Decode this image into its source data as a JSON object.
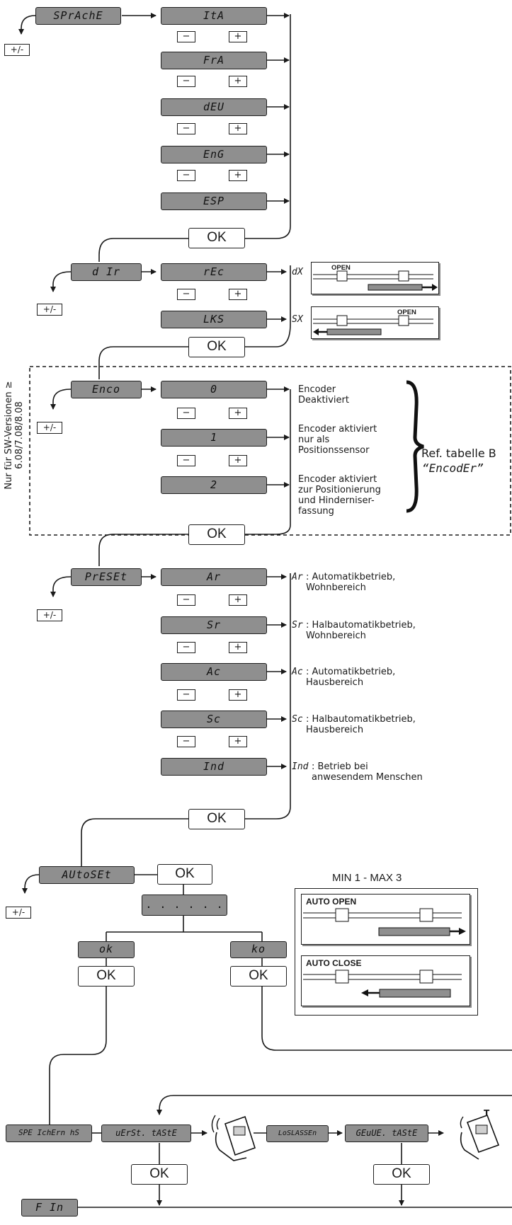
{
  "side_note": "Nur für SW-Versionen ≥ 6.08/7.08/8.08",
  "plus_minus": "+/-",
  "ok": "OK",
  "minus": "−",
  "plus": "+",
  "sprache": {
    "menu": "SPrAchE",
    "options": [
      "ItA",
      "FrA",
      "dEU",
      "EnG",
      "ESP"
    ]
  },
  "dir": {
    "menu": "d Ir",
    "options": [
      "rEc",
      "LKS"
    ],
    "labels": [
      "dX",
      "SX"
    ],
    "open": "OPEN"
  },
  "enco": {
    "menu": "Enco",
    "options": [
      "0",
      "1",
      "2"
    ],
    "descriptions": [
      "Encoder\nDeaktiviert",
      "Encoder aktiviert\nnur als\nPositionssensor",
      "Encoder aktiviert\nzur Positionierung\nund Hinderniser-\nfassung"
    ],
    "ref": "Ref. tabelle B",
    "ref_code": "“EncodEr”"
  },
  "preset": {
    "menu": "PrESEt",
    "options": [
      "Ar",
      "Sr",
      "Ac",
      "Sc",
      "Ind"
    ],
    "codes": [
      "Ar",
      "Sr",
      "Ac",
      "Sc",
      "Ind"
    ],
    "descriptions": [
      ": Automatikbetrieb,\nWohnbereich",
      ": Halbautomatikbetrieb,\nWohnbereich",
      ": Automatikbetrieb,\nHausbereich",
      ": Halbautomatikbetrieb,\nHausbereich",
      ": Betrieb bei\nanwesendem Menschen"
    ]
  },
  "autoset": {
    "menu": "AUtoSEt",
    "progress": ". . .   . . .",
    "ok_result": "ok",
    "ko_result": "ko",
    "range": "MIN 1 - MAX 3",
    "auto_open": "AUTO OPEN",
    "auto_close": "AUTO CLOSE"
  },
  "save": {
    "speichern": "SPE IchErn hS",
    "werst": "uErSt. tAStE",
    "loslassen": "LoSLASSEn",
    "gewue": "GEuUE. tAStE",
    "remote_key": "T",
    "fin": "F In"
  }
}
